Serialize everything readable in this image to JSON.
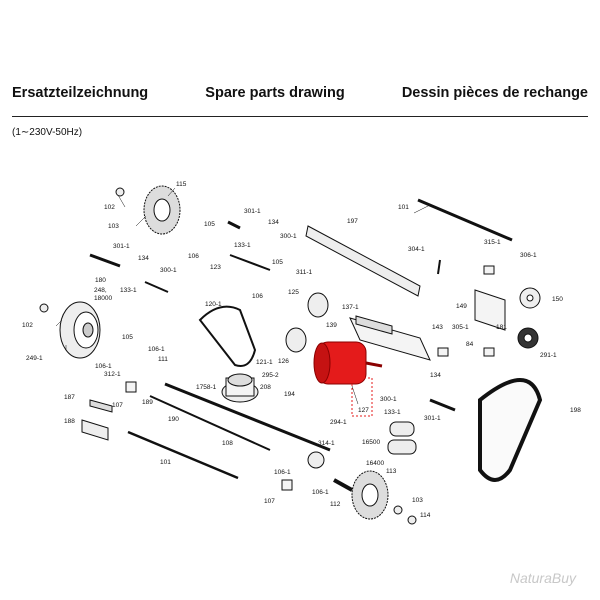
{
  "header": {
    "title_de": "Ersatzteilzeichnung",
    "title_en": "Spare parts drawing",
    "title_fr": "Dessin pièces de rechange",
    "voltage": "(1∼230V-50Hz)"
  },
  "highlight_color": "#e41b1b",
  "parts": [
    {
      "id": "p115",
      "label": "115"
    },
    {
      "id": "p102a",
      "label": "102"
    },
    {
      "id": "p103a",
      "label": "103"
    },
    {
      "id": "p3011a",
      "label": "301-1"
    },
    {
      "id": "p134a",
      "label": "134"
    },
    {
      "id": "p105a",
      "label": "105"
    },
    {
      "id": "p1331a",
      "label": "133-1"
    },
    {
      "id": "p3001a",
      "label": "300-1"
    },
    {
      "id": "p106a",
      "label": "106"
    },
    {
      "id": "p3011b",
      "label": "301-1"
    },
    {
      "id": "p134b",
      "label": "134"
    },
    {
      "id": "p180",
      "label": "180"
    },
    {
      "id": "p1331b",
      "label": "133-1"
    },
    {
      "id": "p3001b",
      "label": "300-1"
    },
    {
      "id": "p123",
      "label": "123"
    },
    {
      "id": "p105b",
      "label": "105"
    },
    {
      "id": "p106b",
      "label": "106"
    },
    {
      "id": "p3111",
      "label": "311-1"
    },
    {
      "id": "p125",
      "label": "125"
    },
    {
      "id": "p197",
      "label": "197"
    },
    {
      "id": "p101a",
      "label": "101"
    },
    {
      "id": "p3041",
      "label": "304-1"
    },
    {
      "id": "p3151",
      "label": "315-1"
    },
    {
      "id": "p3061",
      "label": "306-1"
    },
    {
      "id": "p248",
      "label": "248,"
    },
    {
      "id": "p18000",
      "label": "18000"
    },
    {
      "id": "p1201",
      "label": "120-1"
    },
    {
      "id": "p1371",
      "label": "137-1"
    },
    {
      "id": "p149",
      "label": "149"
    },
    {
      "id": "p150",
      "label": "150"
    },
    {
      "id": "p102b",
      "label": "102"
    },
    {
      "id": "p105c",
      "label": "105"
    },
    {
      "id": "p139",
      "label": "139"
    },
    {
      "id": "p143",
      "label": "143"
    },
    {
      "id": "p3051",
      "label": "305-1"
    },
    {
      "id": "p181",
      "label": "181"
    },
    {
      "id": "p2491",
      "label": "249-1"
    },
    {
      "id": "p1061a",
      "label": "106-1"
    },
    {
      "id": "p3121",
      "label": "312-1"
    },
    {
      "id": "p111",
      "label": "111"
    },
    {
      "id": "p1061b",
      "label": "106-1"
    },
    {
      "id": "p126",
      "label": "126"
    },
    {
      "id": "p1211",
      "label": "121-1"
    },
    {
      "id": "p84",
      "label": "84"
    },
    {
      "id": "p2911",
      "label": "291-1"
    },
    {
      "id": "p2952",
      "label": "295-2"
    },
    {
      "id": "p17581",
      "label": "1758-1"
    },
    {
      "id": "p208",
      "label": "208"
    },
    {
      "id": "p187",
      "label": "187"
    },
    {
      "id": "p107a",
      "label": "107"
    },
    {
      "id": "p189",
      "label": "189"
    },
    {
      "id": "p194",
      "label": "194"
    },
    {
      "id": "p3001c",
      "label": "300-1"
    },
    {
      "id": "p134c",
      "label": "134"
    },
    {
      "id": "p190",
      "label": "190"
    },
    {
      "id": "p2941",
      "label": "294-1"
    },
    {
      "id": "p127",
      "label": "127"
    },
    {
      "id": "p1331c",
      "label": "133-1"
    },
    {
      "id": "p3011c",
      "label": "301-1"
    },
    {
      "id": "p188",
      "label": "188"
    },
    {
      "id": "p108",
      "label": "108"
    },
    {
      "id": "p198",
      "label": "198"
    },
    {
      "id": "p16500",
      "label": "16500"
    },
    {
      "id": "p3141",
      "label": "314-1"
    },
    {
      "id": "p101b",
      "label": "101"
    },
    {
      "id": "p16400",
      "label": "16400"
    },
    {
      "id": "p113",
      "label": "113"
    },
    {
      "id": "p1061c",
      "label": "106-1"
    },
    {
      "id": "p1061d",
      "label": "106-1"
    },
    {
      "id": "p112",
      "label": "112"
    },
    {
      "id": "p107b",
      "label": "107"
    },
    {
      "id": "p103b",
      "label": "103"
    },
    {
      "id": "p114",
      "label": "114"
    }
  ],
  "watermark": "NaturaBuy"
}
